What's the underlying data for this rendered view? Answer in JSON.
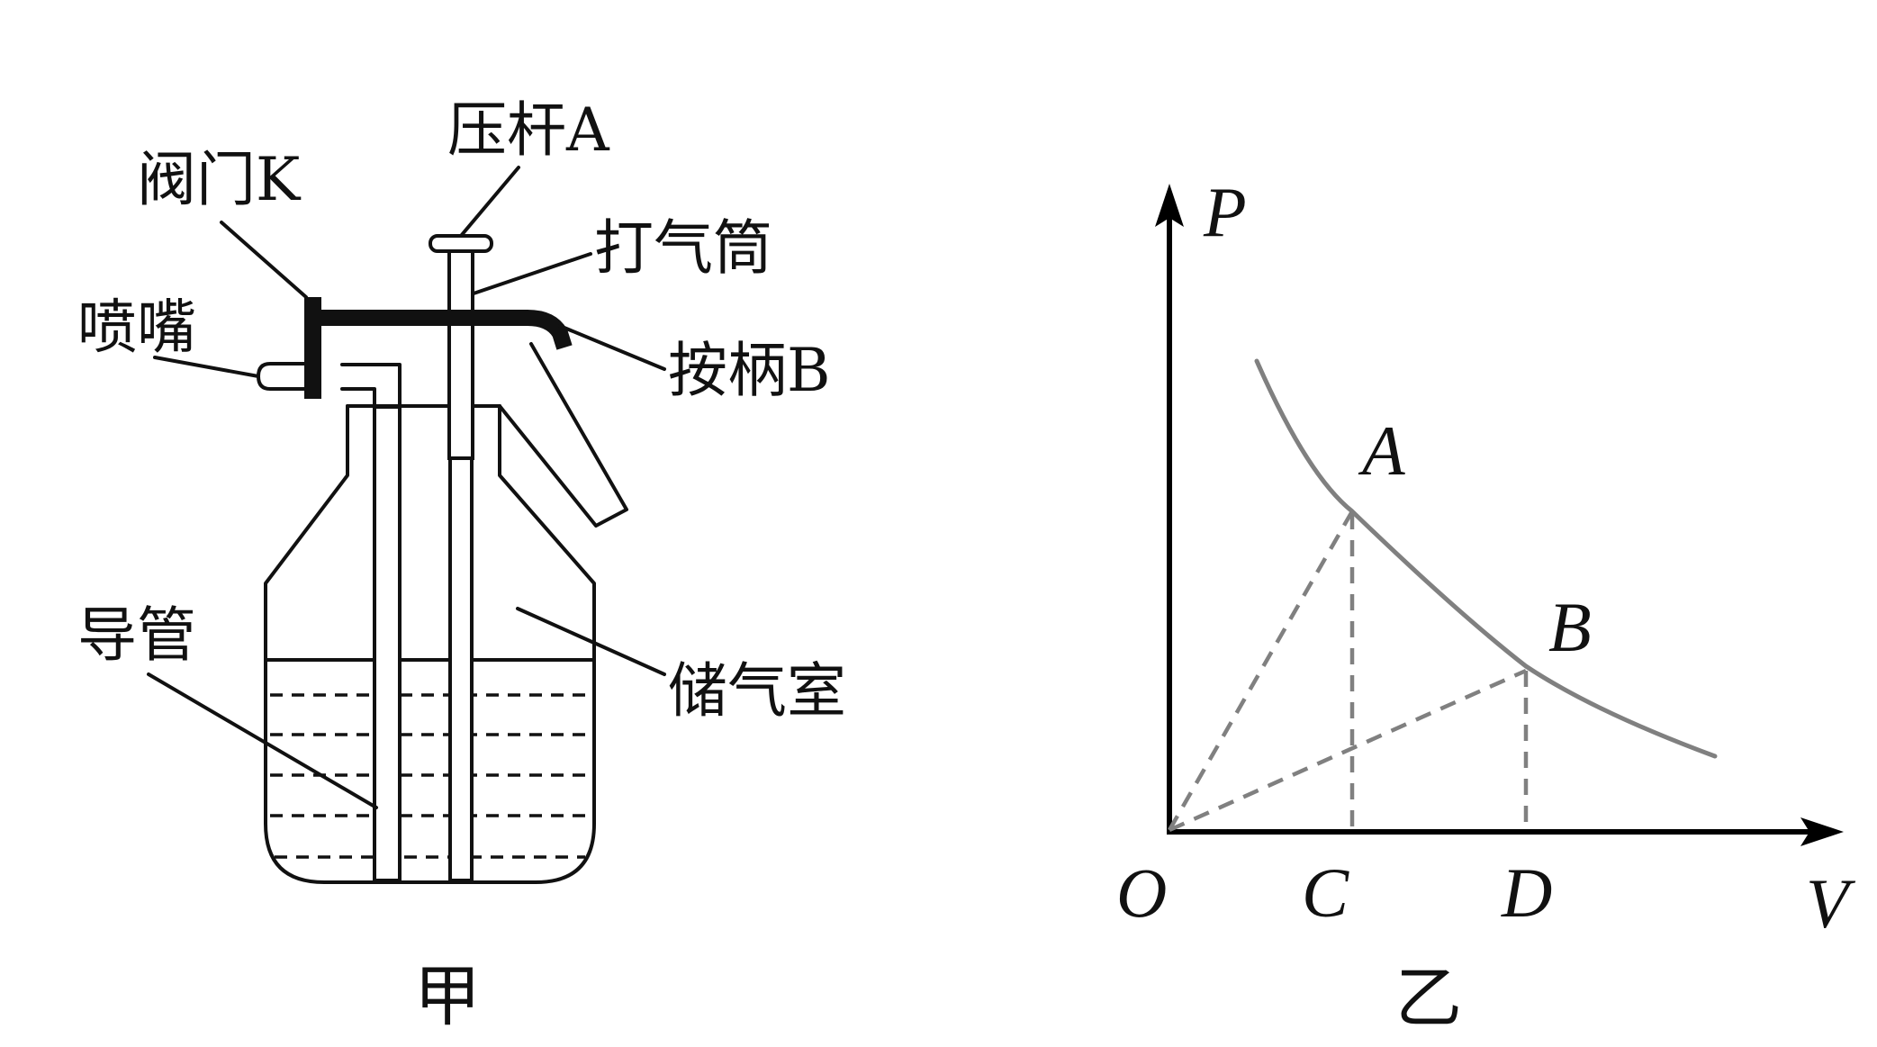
{
  "left_figure": {
    "caption": "甲",
    "labels": {
      "rod_a": "压杆A",
      "valve_k": "阀门K",
      "pump_barrel": "打气筒",
      "nozzle": "喷嘴",
      "handle_b": "按柄B",
      "guide_tube": "导管",
      "gas_chamber": "储气室"
    }
  },
  "right_figure": {
    "caption": "乙",
    "axis_labels": {
      "y": "P",
      "x": "V",
      "origin": "O"
    },
    "point_labels": {
      "a": "A",
      "b": "B",
      "c": "C",
      "d": "D"
    }
  },
  "colors": {
    "ink": "#111111",
    "curve": "#808080"
  }
}
